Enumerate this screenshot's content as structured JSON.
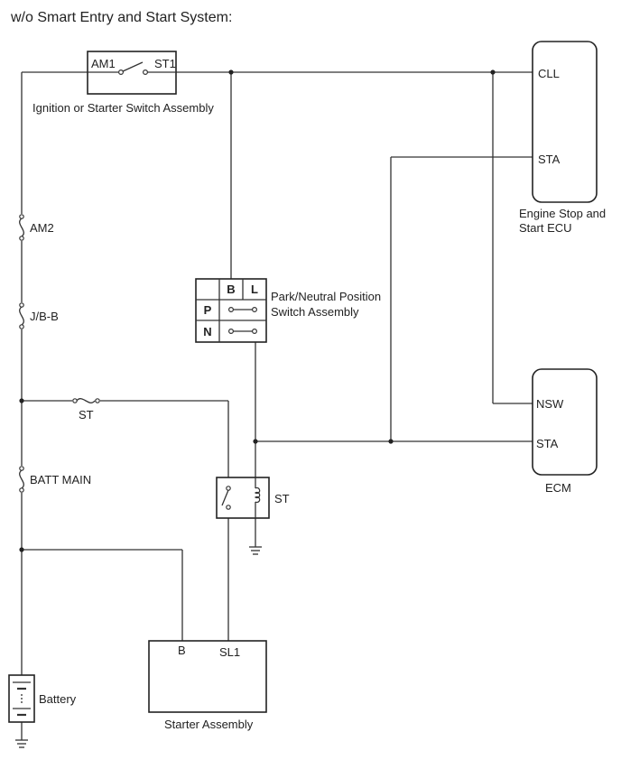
{
  "title": "w/o Smart Entry and Start System:",
  "ignition_switch": {
    "name": "Ignition or Starter Switch Assembly",
    "terminal_in": "AM1",
    "terminal_out": "ST1"
  },
  "engine_ecu": {
    "name_line1": "Engine Stop and",
    "name_line2": "Start ECU",
    "terminals": [
      "CLL",
      "STA"
    ]
  },
  "pnp_switch": {
    "name_line1": "Park/Neutral Position",
    "name_line2": "Switch Assembly",
    "columns": [
      "B",
      "L"
    ],
    "rows": [
      "P",
      "N"
    ]
  },
  "ecm": {
    "name": "ECM",
    "terminals": [
      "NSW",
      "STA"
    ]
  },
  "fuses": {
    "am2": "AM2",
    "jbb": "J/B-B",
    "st": "ST",
    "batt_main": "BATT MAIN"
  },
  "relay": {
    "name": "ST"
  },
  "starter": {
    "name": "Starter Assembly",
    "terminals": [
      "B",
      "SL1"
    ]
  },
  "battery": {
    "name": "Battery"
  }
}
